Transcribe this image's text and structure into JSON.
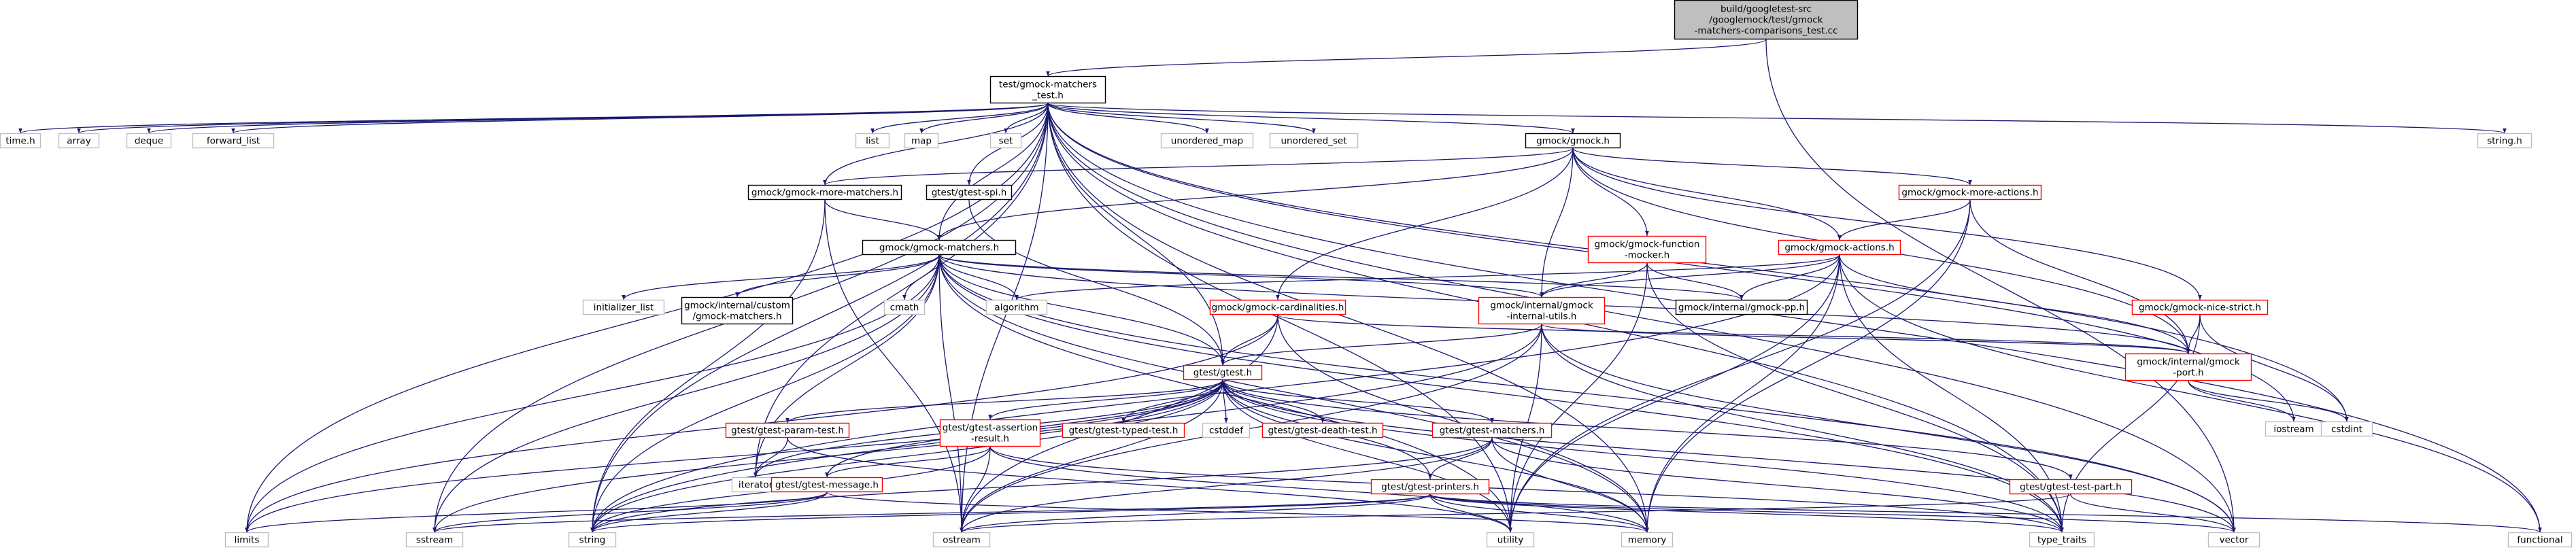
{
  "colors": {
    "edge": "#191970",
    "root_fill": "#bfbfbf",
    "box_black": "#000000",
    "box_red": "#ff0000",
    "box_gray": "#bfbfbf",
    "text": "#000000"
  },
  "nodes": [
    {
      "id": "root",
      "lines": [
        "build/googletest-src",
        "/googlemock/test/gmock",
        "-matchers-comparisons_test.cc"
      ],
      "style": "root"
    },
    {
      "id": "gmt",
      "lines": [
        "test/gmock-matchers",
        "_test.h"
      ],
      "style": "black"
    },
    {
      "id": "timeh",
      "lines": [
        "time.h"
      ],
      "style": "gray"
    },
    {
      "id": "array",
      "lines": [
        "array"
      ],
      "style": "gray"
    },
    {
      "id": "deque",
      "lines": [
        "deque"
      ],
      "style": "gray"
    },
    {
      "id": "flist",
      "lines": [
        "forward_list"
      ],
      "style": "gray"
    },
    {
      "id": "list",
      "lines": [
        "list"
      ],
      "style": "gray"
    },
    {
      "id": "map",
      "lines": [
        "map"
      ],
      "style": "gray"
    },
    {
      "id": "set",
      "lines": [
        "set"
      ],
      "style": "gray"
    },
    {
      "id": "umap",
      "lines": [
        "unordered_map"
      ],
      "style": "gray"
    },
    {
      "id": "uset",
      "lines": [
        "unordered_set"
      ],
      "style": "gray"
    },
    {
      "id": "gmockh",
      "lines": [
        "gmock/gmock.h"
      ],
      "style": "black"
    },
    {
      "id": "stringh",
      "lines": [
        "string.h"
      ],
      "style": "gray"
    },
    {
      "id": "mm",
      "lines": [
        "gmock/gmock-more-matchers.h"
      ],
      "style": "black"
    },
    {
      "id": "spi",
      "lines": [
        "gtest/gtest-spi.h"
      ],
      "style": "black"
    },
    {
      "id": "fm",
      "lines": [
        "gmock/gmock-function",
        "-mocker.h"
      ],
      "style": "red"
    },
    {
      "id": "ma",
      "lines": [
        "gmock/gmock-more-actions.h"
      ],
      "style": "red"
    },
    {
      "id": "gm",
      "lines": [
        "gmock/gmock-matchers.h"
      ],
      "style": "black"
    },
    {
      "id": "ga",
      "lines": [
        "gmock/gmock-actions.h"
      ],
      "style": "red"
    },
    {
      "id": "ns",
      "lines": [
        "gmock/gmock-nice-strict.h"
      ],
      "style": "red"
    },
    {
      "id": "ilist",
      "lines": [
        "initializer_list"
      ],
      "style": "gray"
    },
    {
      "id": "custom",
      "lines": [
        "gmock/internal/custom",
        "/gmock-matchers.h"
      ],
      "style": "black"
    },
    {
      "id": "cmath",
      "lines": [
        "cmath"
      ],
      "style": "gray"
    },
    {
      "id": "algo",
      "lines": [
        "algorithm"
      ],
      "style": "gray"
    },
    {
      "id": "card",
      "lines": [
        "gmock/gmock-cardinalities.h"
      ],
      "style": "red"
    },
    {
      "id": "iu",
      "lines": [
        "gmock/internal/gmock",
        "-internal-utils.h"
      ],
      "style": "red"
    },
    {
      "id": "pp",
      "lines": [
        "gmock/internal/gmock-pp.h"
      ],
      "style": "black"
    },
    {
      "id": "port",
      "lines": [
        "gmock/internal/gmock",
        "-port.h"
      ],
      "style": "red"
    },
    {
      "id": "gtesth",
      "lines": [
        "gtest/gtest.h"
      ],
      "style": "red"
    },
    {
      "id": "iostream",
      "lines": [
        "iostream"
      ],
      "style": "gray"
    },
    {
      "id": "cstdint",
      "lines": [
        "cstdint"
      ],
      "style": "gray"
    },
    {
      "id": "pt",
      "lines": [
        "gtest/gtest-param-test.h"
      ],
      "style": "red"
    },
    {
      "id": "ar",
      "lines": [
        "gtest/gtest-assertion",
        "-result.h"
      ],
      "style": "red"
    },
    {
      "id": "tt",
      "lines": [
        "gtest/gtest-typed-test.h"
      ],
      "style": "red"
    },
    {
      "id": "cstddef",
      "lines": [
        "cstddef"
      ],
      "style": "gray"
    },
    {
      "id": "dt",
      "lines": [
        "gtest/gtest-death-test.h"
      ],
      "style": "red"
    },
    {
      "id": "gtm",
      "lines": [
        "gtest/gtest-matchers.h"
      ],
      "style": "red"
    },
    {
      "id": "iterator",
      "lines": [
        "iterator"
      ],
      "style": "gray"
    },
    {
      "id": "msg",
      "lines": [
        "gtest/gtest-message.h"
      ],
      "style": "red"
    },
    {
      "id": "printers",
      "lines": [
        "gtest/gtest-printers.h"
      ],
      "style": "red"
    },
    {
      "id": "tp",
      "lines": [
        "gtest/gtest-test-part.h"
      ],
      "style": "red"
    },
    {
      "id": "limits",
      "lines": [
        "limits"
      ],
      "style": "gray"
    },
    {
      "id": "sstream",
      "lines": [
        "sstream"
      ],
      "style": "gray"
    },
    {
      "id": "string",
      "lines": [
        "string"
      ],
      "style": "gray"
    },
    {
      "id": "ostream",
      "lines": [
        "ostream"
      ],
      "style": "gray"
    },
    {
      "id": "utility",
      "lines": [
        "utility"
      ],
      "style": "gray"
    },
    {
      "id": "memory",
      "lines": [
        "memory"
      ],
      "style": "gray"
    },
    {
      "id": "typetraits",
      "lines": [
        "type_traits"
      ],
      "style": "gray"
    },
    {
      "id": "vector",
      "lines": [
        "vector"
      ],
      "style": "gray"
    },
    {
      "id": "functional",
      "lines": [
        "functional"
      ],
      "style": "gray"
    }
  ],
  "edges": [
    [
      "root",
      "gmt"
    ],
    [
      "root",
      "vector"
    ],
    [
      "gmt",
      "timeh"
    ],
    [
      "gmt",
      "array"
    ],
    [
      "gmt",
      "deque"
    ],
    [
      "gmt",
      "flist"
    ],
    [
      "gmt",
      "list"
    ],
    [
      "gmt",
      "map"
    ],
    [
      "gmt",
      "set"
    ],
    [
      "gmt",
      "umap"
    ],
    [
      "gmt",
      "uset"
    ],
    [
      "gmt",
      "gmockh"
    ],
    [
      "gmt",
      "stringh"
    ],
    [
      "gmt",
      "mm"
    ],
    [
      "gmt",
      "spi"
    ],
    [
      "gmt",
      "gm"
    ],
    [
      "gmt",
      "gtesth"
    ],
    [
      "gmt",
      "limits"
    ],
    [
      "gmt",
      "sstream"
    ],
    [
      "gmt",
      "string"
    ],
    [
      "gmt",
      "ostream"
    ],
    [
      "gmt",
      "iterator"
    ],
    [
      "gmt",
      "memory"
    ],
    [
      "gmt",
      "typetraits"
    ],
    [
      "gmt",
      "vector"
    ],
    [
      "gmt",
      "functional"
    ],
    [
      "gmt",
      "iostream"
    ],
    [
      "gmt",
      "cstdint"
    ],
    [
      "gmt",
      "utility"
    ],
    [
      "gmockh",
      "mm"
    ],
    [
      "gmockh",
      "gm"
    ],
    [
      "gmockh",
      "fm"
    ],
    [
      "gmockh",
      "ma"
    ],
    [
      "gmockh",
      "ga"
    ],
    [
      "gmockh",
      "ns"
    ],
    [
      "gmockh",
      "card"
    ],
    [
      "gmockh",
      "iu"
    ],
    [
      "gmockh",
      "port"
    ],
    [
      "mm",
      "gm"
    ],
    [
      "mm",
      "string"
    ],
    [
      "mm",
      "ostream"
    ],
    [
      "spi",
      "gtesth"
    ],
    [
      "fm",
      "iu"
    ],
    [
      "fm",
      "pp"
    ],
    [
      "fm",
      "utility"
    ],
    [
      "fm",
      "typetraits"
    ],
    [
      "ma",
      "ga"
    ],
    [
      "ma",
      "port"
    ],
    [
      "ma",
      "memory"
    ],
    [
      "ma",
      "utility"
    ],
    [
      "gm",
      "ilist"
    ],
    [
      "gm",
      "custom"
    ],
    [
      "gm",
      "cmath"
    ],
    [
      "gm",
      "algo"
    ],
    [
      "gm",
      "iu"
    ],
    [
      "gm",
      "port"
    ],
    [
      "gm",
      "pp"
    ],
    [
      "gm",
      "gtesth"
    ],
    [
      "gm",
      "limits"
    ],
    [
      "gm",
      "sstream"
    ],
    [
      "gm",
      "string"
    ],
    [
      "gm",
      "ostream"
    ],
    [
      "gm",
      "iterator"
    ],
    [
      "gm",
      "memory"
    ],
    [
      "gm",
      "typetraits"
    ],
    [
      "gm",
      "vector"
    ],
    [
      "gm",
      "utility"
    ],
    [
      "ga",
      "iu"
    ],
    [
      "ga",
      "pp"
    ],
    [
      "ga",
      "port"
    ],
    [
      "ga",
      "algo"
    ],
    [
      "ga",
      "functional"
    ],
    [
      "ga",
      "memory"
    ],
    [
      "ga",
      "string"
    ],
    [
      "ga",
      "typetraits"
    ],
    [
      "ga",
      "utility"
    ],
    [
      "ns",
      "port"
    ],
    [
      "ns",
      "cstdint"
    ],
    [
      "ns",
      "typetraits"
    ],
    [
      "card",
      "port"
    ],
    [
      "card",
      "gtesth"
    ],
    [
      "card",
      "ostream"
    ],
    [
      "card",
      "memory"
    ],
    [
      "card",
      "limits"
    ],
    [
      "iu",
      "gtesth"
    ],
    [
      "iu",
      "port"
    ],
    [
      "iu",
      "ostream"
    ],
    [
      "iu",
      "string"
    ],
    [
      "iu",
      "utility"
    ],
    [
      "iu",
      "vector"
    ],
    [
      "iu",
      "typetraits"
    ],
    [
      "port",
      "iostream"
    ],
    [
      "port",
      "cstdint"
    ],
    [
      "gtesth",
      "pt"
    ],
    [
      "gtesth",
      "ar"
    ],
    [
      "gtesth",
      "tt"
    ],
    [
      "gtesth",
      "cstddef"
    ],
    [
      "gtesth",
      "dt"
    ],
    [
      "gtesth",
      "gtm"
    ],
    [
      "gtesth",
      "msg"
    ],
    [
      "gtesth",
      "printers"
    ],
    [
      "gtesth",
      "tp"
    ],
    [
      "gtesth",
      "limits"
    ],
    [
      "gtesth",
      "sstream"
    ],
    [
      "gtesth",
      "string"
    ],
    [
      "gtesth",
      "ostream"
    ],
    [
      "gtesth",
      "memory"
    ],
    [
      "gtesth",
      "typetraits"
    ],
    [
      "gtesth",
      "vector"
    ],
    [
      "gtesth",
      "iterator"
    ],
    [
      "gtesth",
      "utility"
    ],
    [
      "pt",
      "iterator"
    ],
    [
      "pt",
      "utility"
    ],
    [
      "ar",
      "msg"
    ],
    [
      "ar",
      "ostream"
    ],
    [
      "ar",
      "string"
    ],
    [
      "ar",
      "memory"
    ],
    [
      "ar",
      "typetraits"
    ],
    [
      "gtm",
      "printers"
    ],
    [
      "gtm",
      "memory"
    ],
    [
      "gtm",
      "ostream"
    ],
    [
      "gtm",
      "string"
    ],
    [
      "gtm",
      "typetraits"
    ],
    [
      "msg",
      "limits"
    ],
    [
      "msg",
      "sstream"
    ],
    [
      "msg",
      "string"
    ],
    [
      "msg",
      "memory"
    ],
    [
      "printers",
      "functional"
    ],
    [
      "printers",
      "memory"
    ],
    [
      "printers",
      "ostream"
    ],
    [
      "printers",
      "sstream"
    ],
    [
      "printers",
      "string"
    ],
    [
      "printers",
      "typetraits"
    ],
    [
      "printers",
      "utility"
    ],
    [
      "printers",
      "vector"
    ],
    [
      "tp",
      "vector"
    ],
    [
      "tp",
      "ostream"
    ]
  ]
}
